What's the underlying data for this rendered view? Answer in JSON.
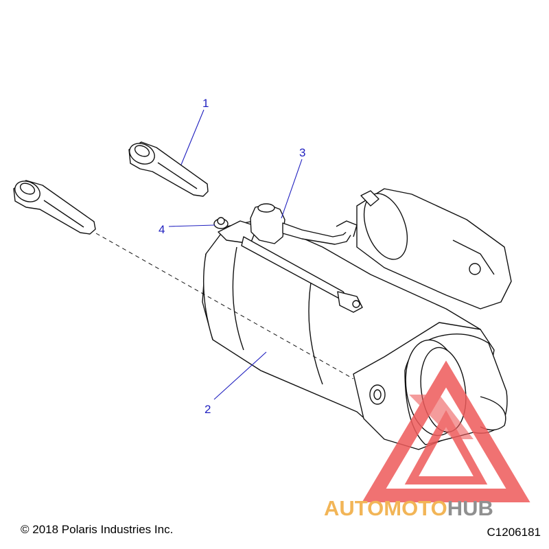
{
  "callouts": {
    "c1": "1",
    "c2": "2",
    "c3": "3",
    "c4": "4"
  },
  "footer": {
    "copyright": "© 2018 Polaris Industries Inc.",
    "figure_id": "C1206181"
  },
  "watermark": {
    "part_a": "AUTOMOTO",
    "part_b": "HUB"
  },
  "colors": {
    "callout": "#1f1fbf",
    "line": "#111111",
    "watermark_red": "#ee5a5a",
    "watermark_orange": "#f0a93a",
    "watermark_gray": "#7d7d7d"
  }
}
